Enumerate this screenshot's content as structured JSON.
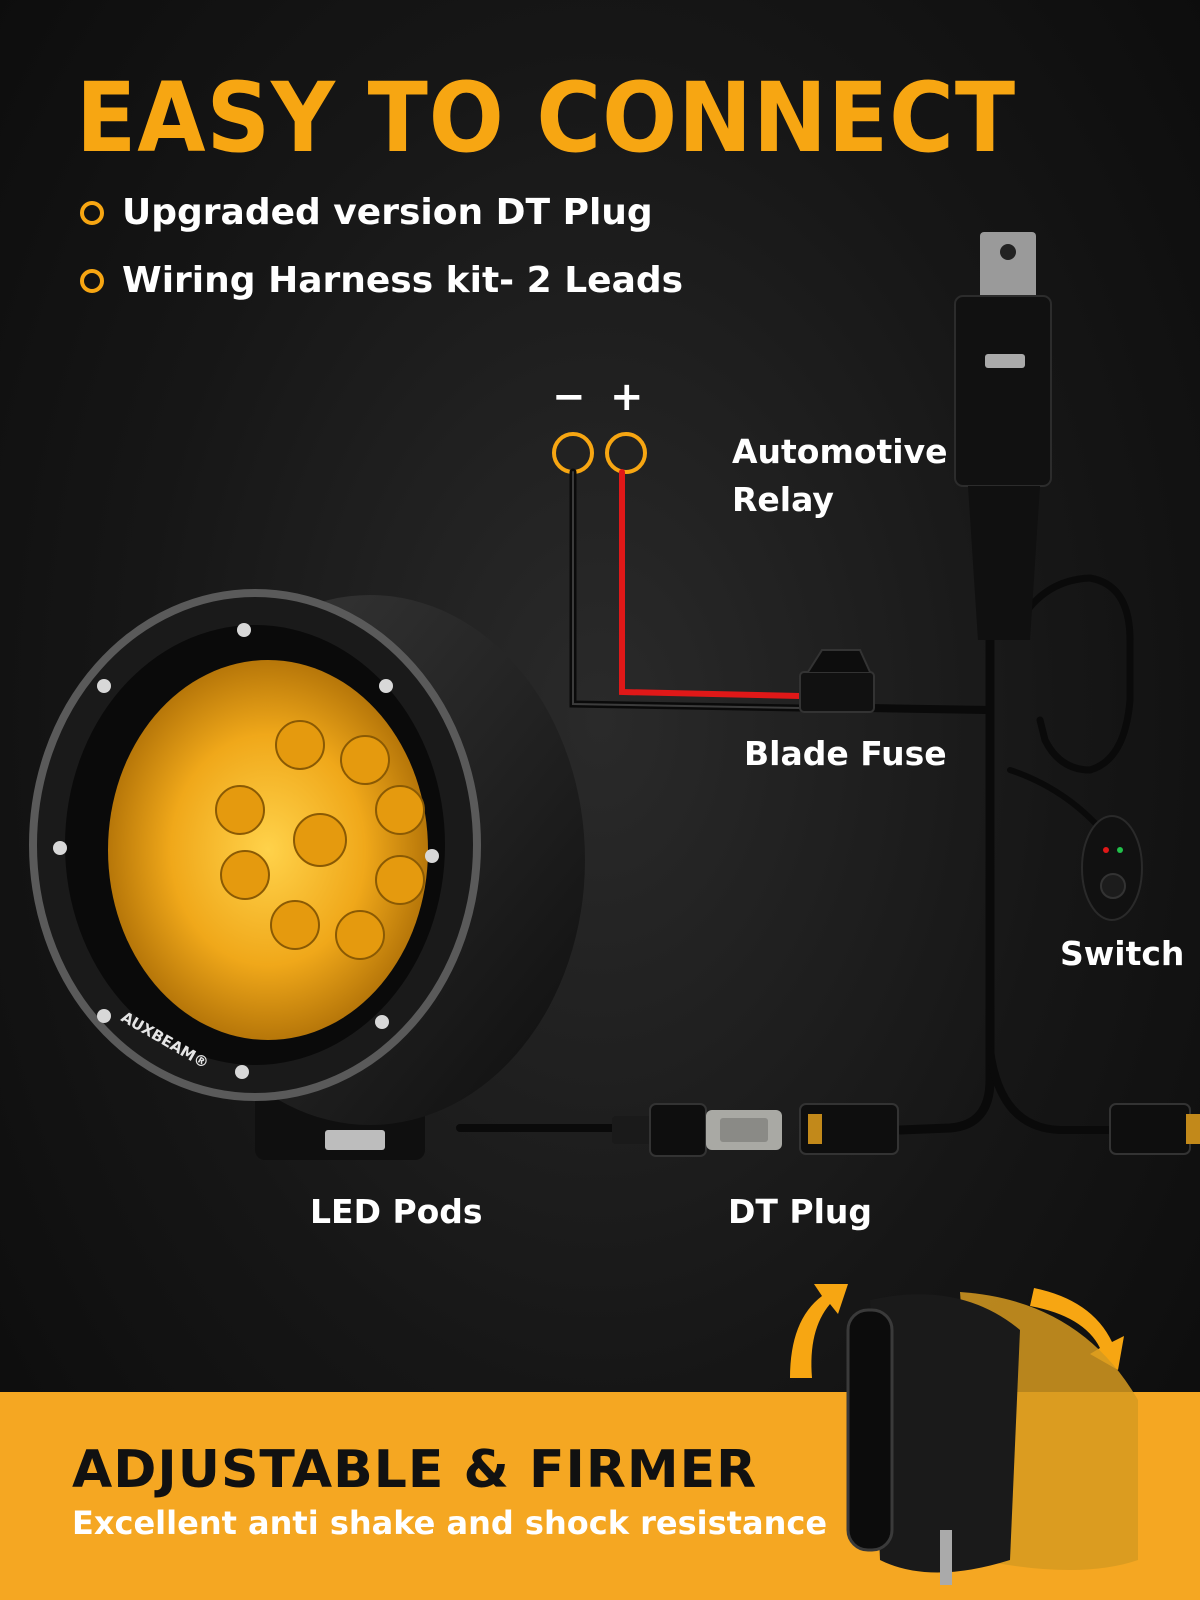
{
  "header": {
    "title": "EASY TO CONNECT",
    "bullets": [
      "Upgraded version DT Plug",
      "Wiring Harness kit- 2 Leads"
    ]
  },
  "terminals": {
    "negative": "−",
    "positive": "+"
  },
  "labels": {
    "relay_line1": "Automotive",
    "relay_line2": "Relay",
    "fuse": "Blade Fuse",
    "switch": "Switch",
    "led_pods": "LED Pods",
    "dt_plug": "DT Plug"
  },
  "product": {
    "brand_mark": "AUXBEAM®"
  },
  "banner": {
    "title": "ADJUSTABLE & FIRMER",
    "subtitle": "Excellent anti shake and shock resistance"
  },
  "colors": {
    "accent": "#f7a612",
    "banner_bg": "#f5a722",
    "wire_positive": "#e01818",
    "wire_negative": "#111111"
  }
}
